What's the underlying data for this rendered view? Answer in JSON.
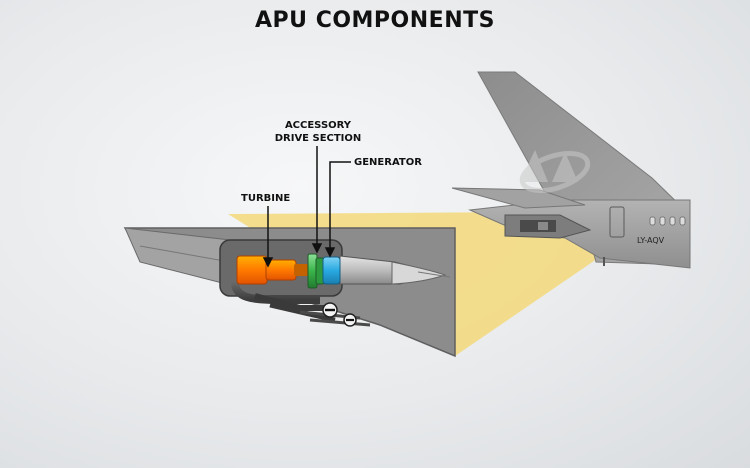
{
  "title": "APU COMPONENTS",
  "callouts": {
    "accessory_line1": "ACCESSORY",
    "accessory_line2": "DRIVE SECTION",
    "generator": "GENERATOR",
    "turbine": "TURBINE"
  },
  "aircraft": {
    "registration": "LY-AQV"
  },
  "colors": {
    "turbine": "#ff7a00",
    "accessory_drive": "#39b54a",
    "generator": "#29a9e1",
    "highlight_beam": "#f3d97a",
    "fuselage": "#9a9a9a"
  },
  "icons": {
    "tail_logo": "airline-logo-icon",
    "minus_port_1": "minus-circle-icon",
    "minus_port_2": "minus-circle-icon"
  }
}
